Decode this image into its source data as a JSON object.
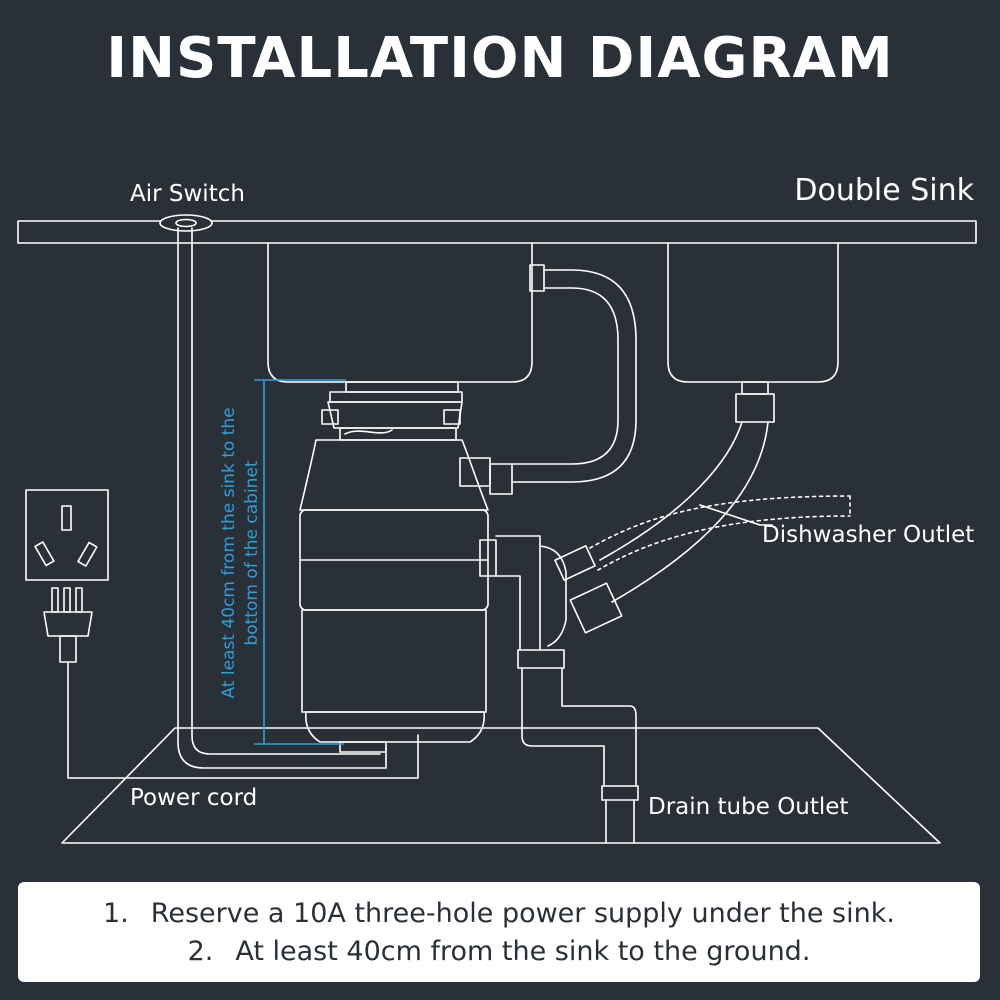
{
  "title": "INSTALLATION DIAGRAM",
  "labels": {
    "air_switch": "Air Switch",
    "double_sink": "Double Sink",
    "dishwasher_outlet": "Dishwasher Outlet",
    "drain_tube_outlet": "Drain tube Outlet",
    "power_cord": "Power cord",
    "measurement_line1": "At least 40cm from the sink to the",
    "measurement_line2": "bottom of the cabinet"
  },
  "notes": [
    {
      "number": "1.",
      "text": "Reserve a 10A three-hole power supply under the sink."
    },
    {
      "number": "2.",
      "text": "At least 40cm from the sink to the ground."
    }
  ],
  "colors": {
    "background": "#2a3038",
    "line": "#ffffff",
    "measurement": "#2f9ed8",
    "notes_panel": "#ffffff",
    "notes_text": "#2a3038"
  }
}
